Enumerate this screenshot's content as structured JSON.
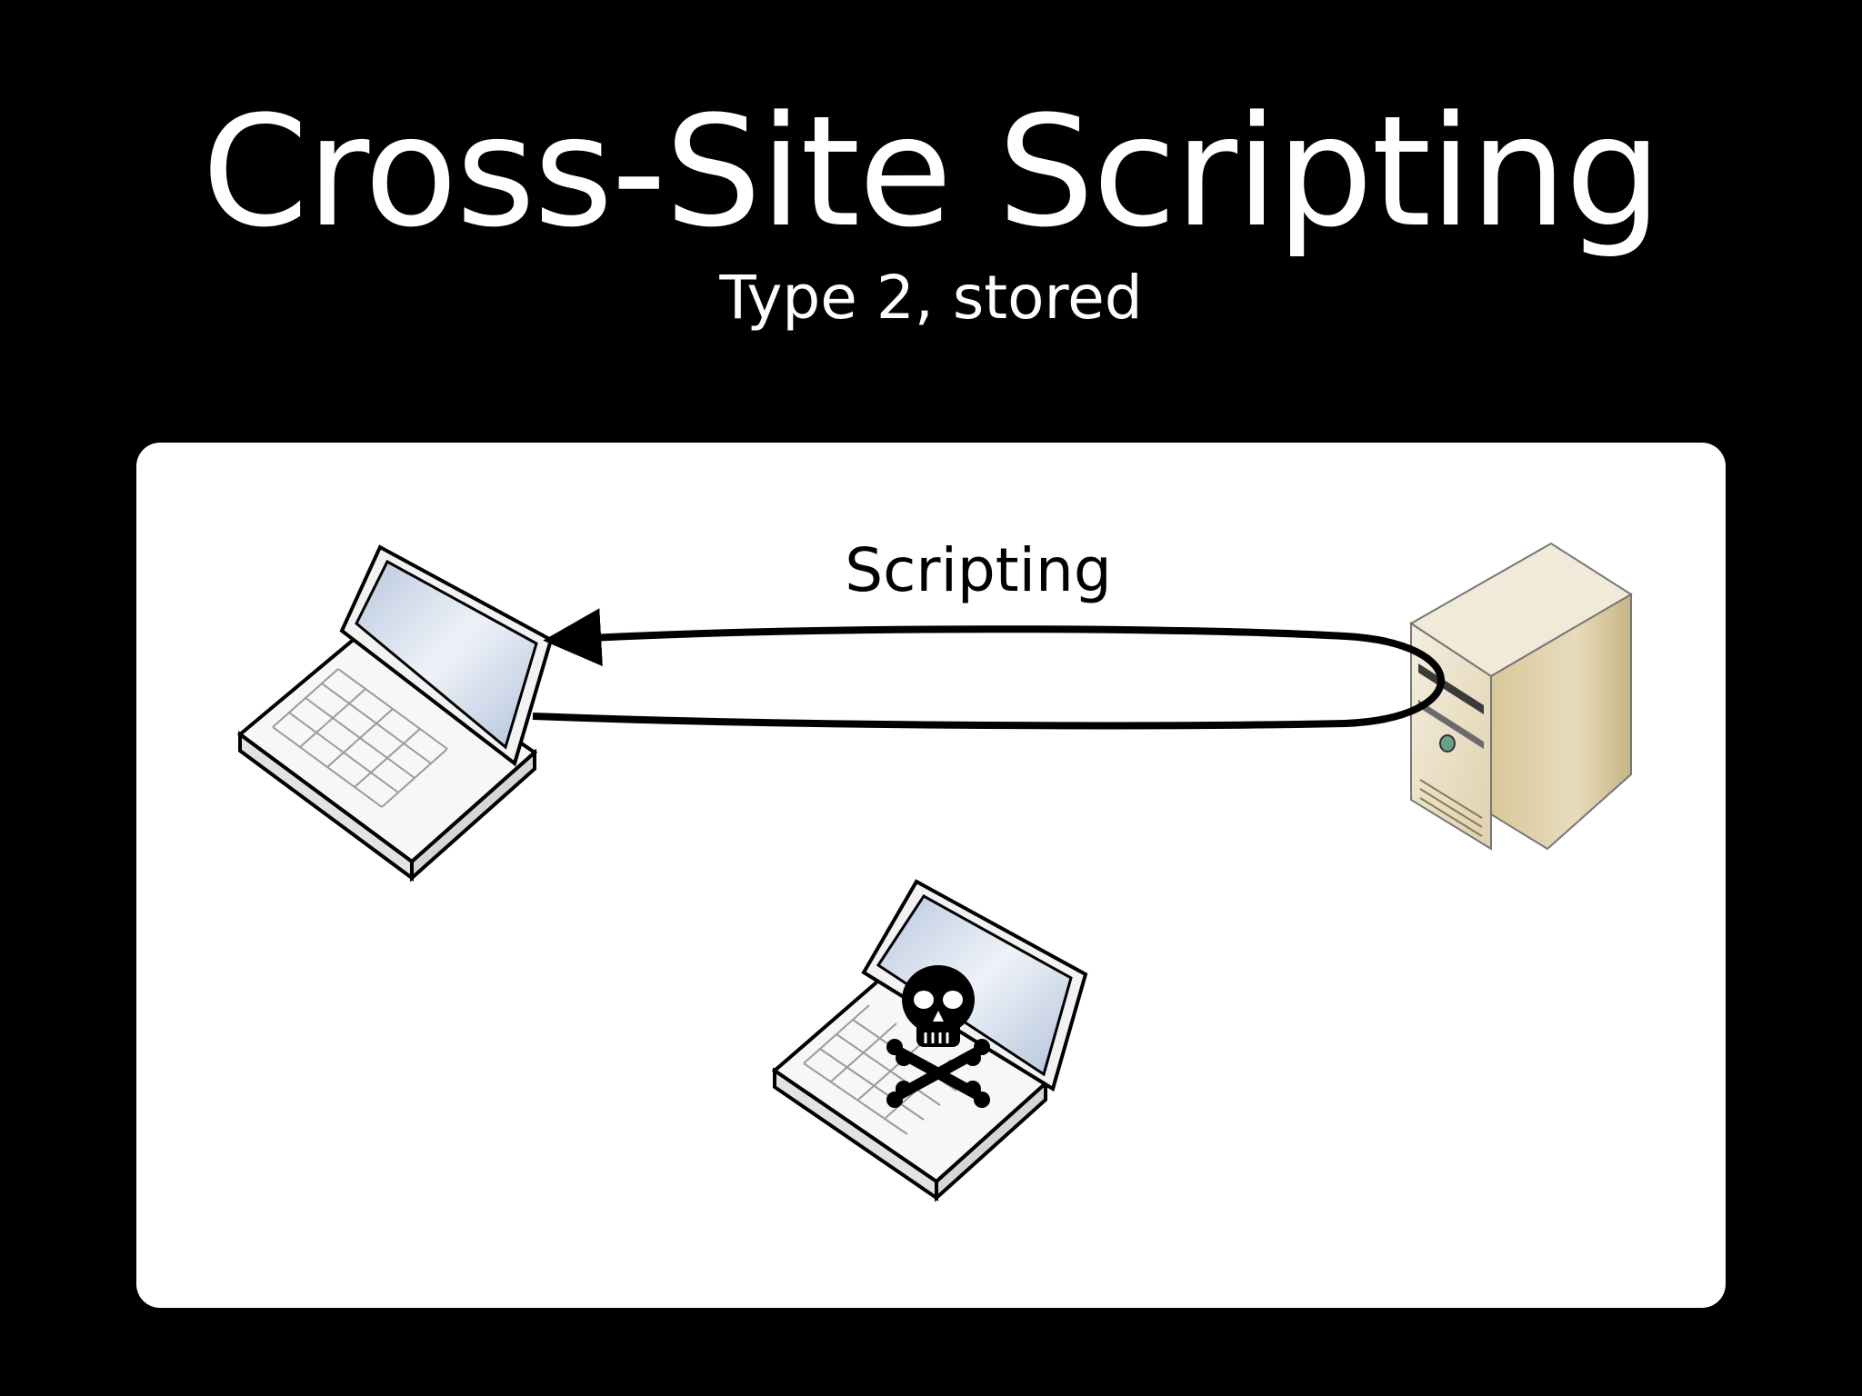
{
  "slide": {
    "title": "Cross-Site Scripting",
    "subtitle": "Type 2, stored"
  },
  "diagram": {
    "nodes": [
      {
        "id": "victim",
        "kind": "laptop",
        "icon": "laptop-icon"
      },
      {
        "id": "server",
        "kind": "server",
        "icon": "server-tower-icon"
      },
      {
        "id": "attacker",
        "kind": "laptop",
        "icon": "laptop-icon",
        "overlay_icon": "skull-crossbones-icon"
      }
    ],
    "edges": [
      {
        "from": "victim",
        "to": "server",
        "label": "Scripting",
        "shape": "loop",
        "arrow_at": "victim"
      }
    ]
  },
  "colors": {
    "background": "#000000",
    "panel": "#ffffff",
    "text": "#ffffff",
    "server_body": "#e8dcc0",
    "screen": "#c9d6e8"
  }
}
